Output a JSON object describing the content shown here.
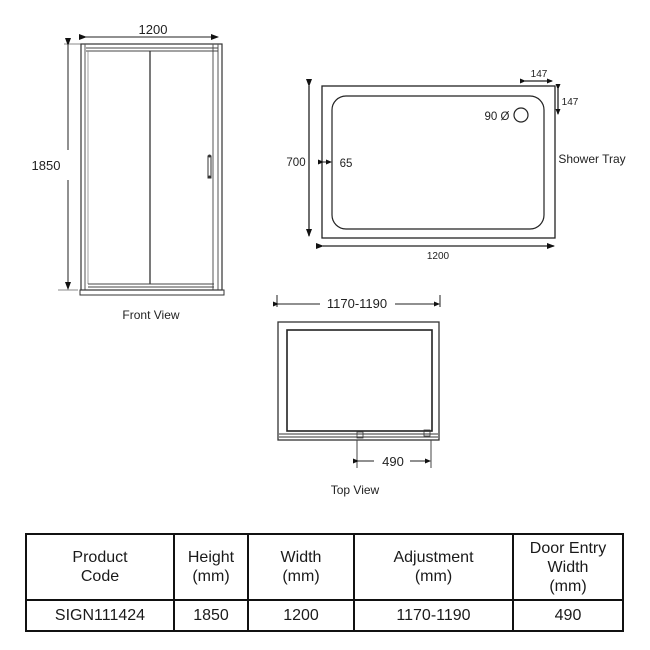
{
  "front_view": {
    "title": "Front View",
    "width_dim": "1200",
    "height_dim": "1850"
  },
  "shower_tray": {
    "title": "Shower Tray",
    "length_dim": "1200",
    "width_dim": "700",
    "rim_dim": "65",
    "waste_x_dim": "147",
    "waste_y_dim": "147",
    "waste_diameter": "90 Ø"
  },
  "top_view": {
    "title": "Top View",
    "adjustment_dim": "1170-1190",
    "door_entry_dim": "490"
  },
  "spec_table": {
    "headers": [
      "Product\nCode",
      "Height\n(mm)",
      "Width\n(mm)",
      "Adjustment\n(mm)",
      "Door Entry\nWidth\n(mm)"
    ],
    "row": [
      "SIGN111424",
      "1850",
      "1200",
      "1170-1190",
      "490"
    ]
  }
}
